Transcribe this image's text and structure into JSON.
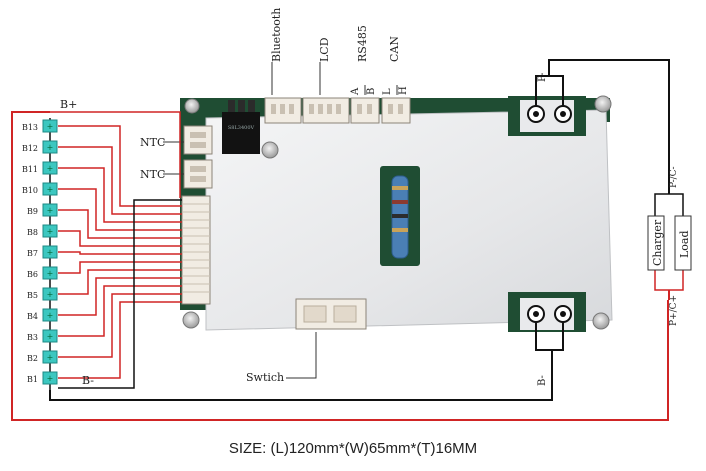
{
  "connectors": {
    "bluetooth": "Bluetooth",
    "lcd": "LCD",
    "rs485": "RS485",
    "rs485_a": "A",
    "rs485_b": "B",
    "can": "CAN",
    "can_l": "L",
    "can_h": "H",
    "ntc_1": "NTC",
    "ntc_2": "NTC",
    "switch": "Swtich"
  },
  "battery": {
    "positive": "B+",
    "negative": "B-",
    "cells": [
      "B13",
      "B12",
      "B11",
      "B10",
      "B9",
      "B8",
      "B7",
      "B6",
      "B5",
      "B4",
      "B3",
      "B2",
      "B1"
    ]
  },
  "output": {
    "p_minus": "P-",
    "b_minus": "B-",
    "p_minus_c_minus": "P-/C-",
    "p_plus_c_plus": "P+/C+",
    "charger": "Charger",
    "load": "Load"
  },
  "board": {
    "chip_text": "S8L3400V"
  },
  "size_caption": "SIZE: (L)120mm*(W)65mm*(T)16MM",
  "colors": {
    "balance_wire": "#d02525",
    "main_wire": "#111111",
    "cell": "#3cc7c0",
    "board": "#e9eaec"
  }
}
